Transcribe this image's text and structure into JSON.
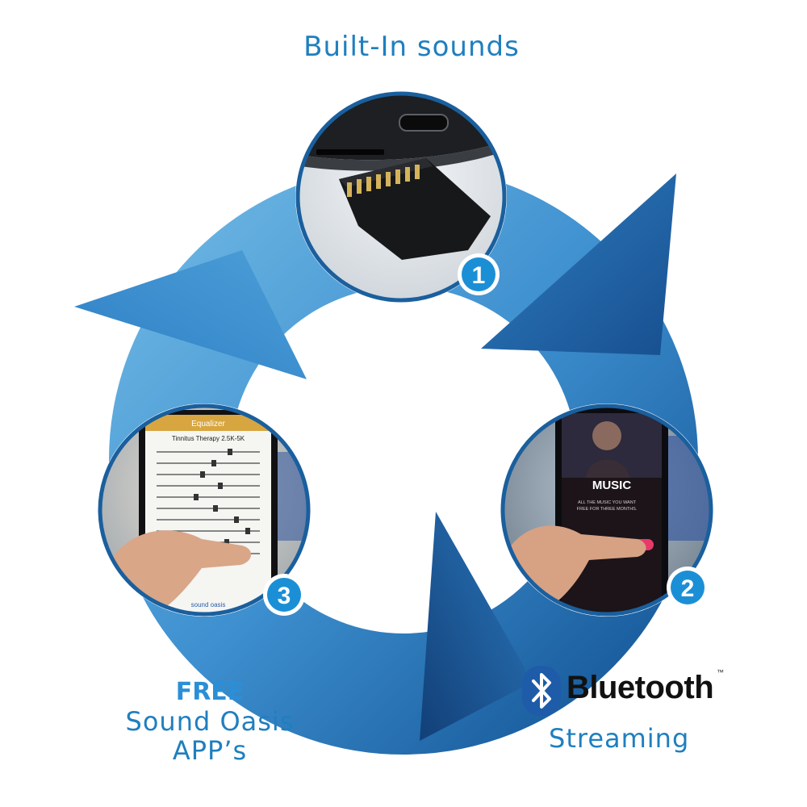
{
  "captions": {
    "built_in": "Built-In sounds",
    "free_title": "FREE",
    "free_line1": "Sound Oasis",
    "free_line2": "APP’s",
    "bluetooth_word": "Bluetooth",
    "bluetooth_tm": "™",
    "bluetooth_sub": "Streaming"
  },
  "steps": [
    {
      "number": "1",
      "icon": "sd-card-slot-photo"
    },
    {
      "number": "2",
      "icon": "phone-music-photo"
    },
    {
      "number": "3",
      "icon": "phone-equalizer-photo"
    }
  ],
  "photo_text": {
    "equalizer_header": "Equalizer",
    "equalizer_title": "Tinnitus Therapy 2.5K-5K",
    "app_brand": "sound oasis",
    "music_title": "MUSIC",
    "music_line1": "ALL THE MUSIC YOU WANT",
    "music_line2": "FREE FOR THREE MONTHS."
  },
  "colors": {
    "ring_light": "#5aa9dc",
    "ring_dark": "#1a62a3",
    "caption_blue": "#1f7fbf",
    "badge_blue": "#1b8fd6",
    "bluetooth_blue": "#1e5ba8"
  }
}
